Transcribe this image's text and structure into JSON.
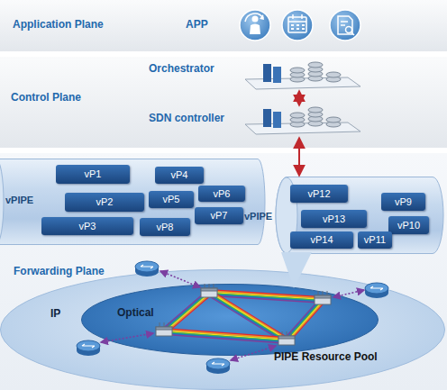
{
  "diagram": {
    "nodes": [
      {
        "text": [
          "Application Plane",
          "APP"
        ]
      },
      {
        "text": [
          "Control Plane"
        ]
      },
      {
        "text": [
          "Orchestrator"
        ],
        "in": 1
      },
      {
        "text": [
          "SDN controller"
        ],
        "in": 1
      },
      {
        "text": [
          "vPIPE"
        ]
      },
      {
        "text": [
          "vP1"
        ],
        "in": 4
      },
      {
        "text": [
          "vP4"
        ],
        "in": 4
      },
      {
        "text": [
          "vP6"
        ],
        "in": 4
      },
      {
        "text": [
          "vP2"
        ],
        "in": 4
      },
      {
        "text": [
          "vP5"
        ],
        "in": 4
      },
      {
        "text": [
          "vP7"
        ],
        "in": 4
      },
      {
        "text": [
          "vP3"
        ],
        "in": 4
      },
      {
        "text": [
          "vP8"
        ],
        "in": 4
      },
      {
        "text": [
          "vPIPE"
        ]
      },
      {
        "text": [
          "vP12"
        ],
        "in": 13
      },
      {
        "text": [
          "vP9"
        ],
        "in": 13
      },
      {
        "text": [
          "vP13"
        ],
        "in": 13
      },
      {
        "text": [
          "vP10"
        ],
        "in": 13
      },
      {
        "text": [
          "vP14"
        ],
        "in": 13
      },
      {
        "text": [
          "vP11"
        ],
        "in": 13
      },
      {
        "text": [
          "Forwarding Plane",
          "IP"
        ]
      },
      {
        "text": [
          "Optical"
        ],
        "in": 20
      }
    ],
    "edges": [
      {
        "from": 2,
        "to": 3,
        "arrow": "both"
      },
      {
        "from": 3,
        "to": 13,
        "arrow": "both"
      }
    ],
    "labels": [
      "PIPE Resource Pool"
    ]
  }
}
